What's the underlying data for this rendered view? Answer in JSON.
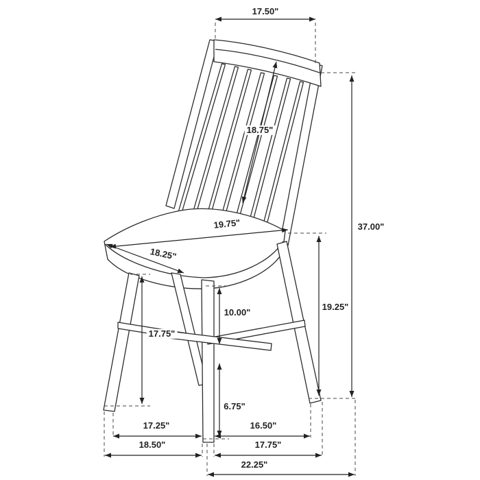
{
  "diagram": {
    "subject": "dining side chair line drawing with dimension callouts"
  },
  "dimensions": {
    "back_top_width": "17.50\"",
    "backrest_length": "18.75\"",
    "overall_height": "37.00\"",
    "seat_width": "19.75\"",
    "seat_depth": "18.25\"",
    "seat_height": "19.25\"",
    "seat_to_stretcher": "10.00\"",
    "left_leg_height": "17.75\"",
    "stretcher_to_floor": "6.75\"",
    "front_leg_spacing": "17.25\"",
    "side_leg_spacing": "16.50\"",
    "front_base_width": "18.50\"",
    "side_base_depth": "17.75\"",
    "overall_depth": "22.25\""
  }
}
